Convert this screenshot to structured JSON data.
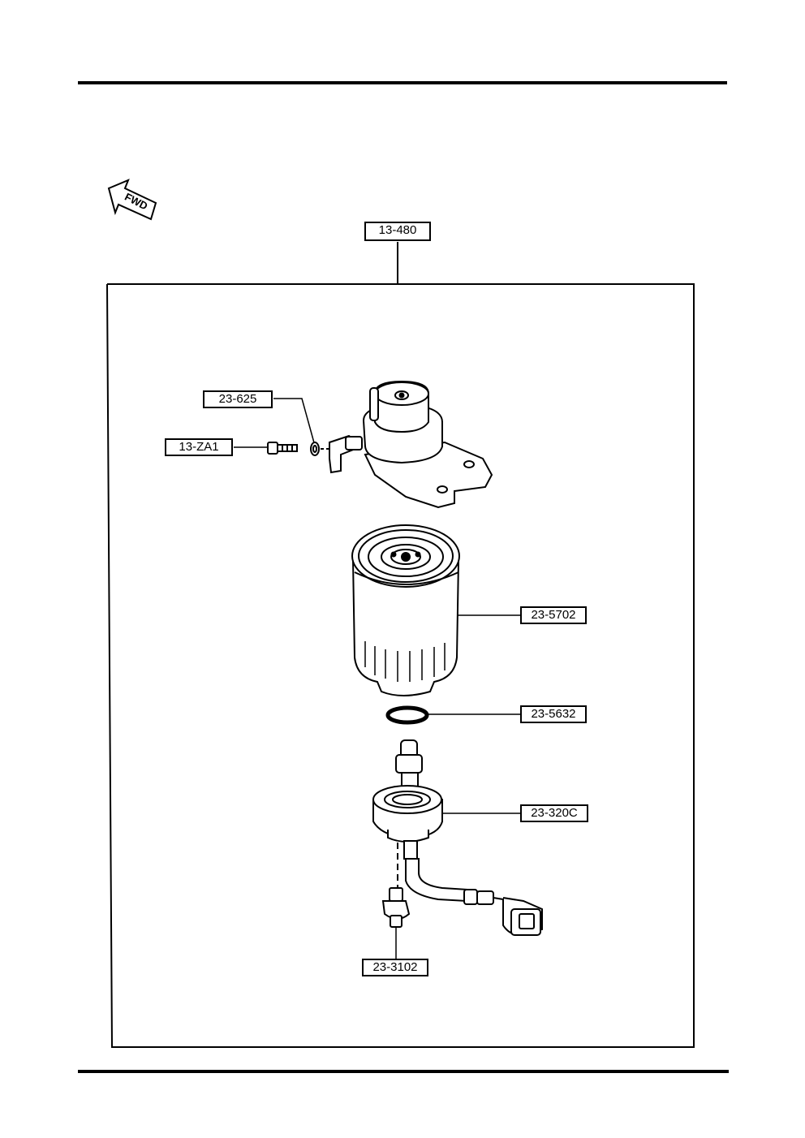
{
  "direction_label": "FWD",
  "assembly_callout": "13-480",
  "callouts": {
    "gasket": "23-625",
    "bolt": "13-ZA1",
    "filter_element": "23-5702",
    "o_ring": "23-5632",
    "drain_plug": "23-320C",
    "sensor": "23-3102"
  },
  "colors": {
    "line": "#000000",
    "background": "#ffffff"
  }
}
